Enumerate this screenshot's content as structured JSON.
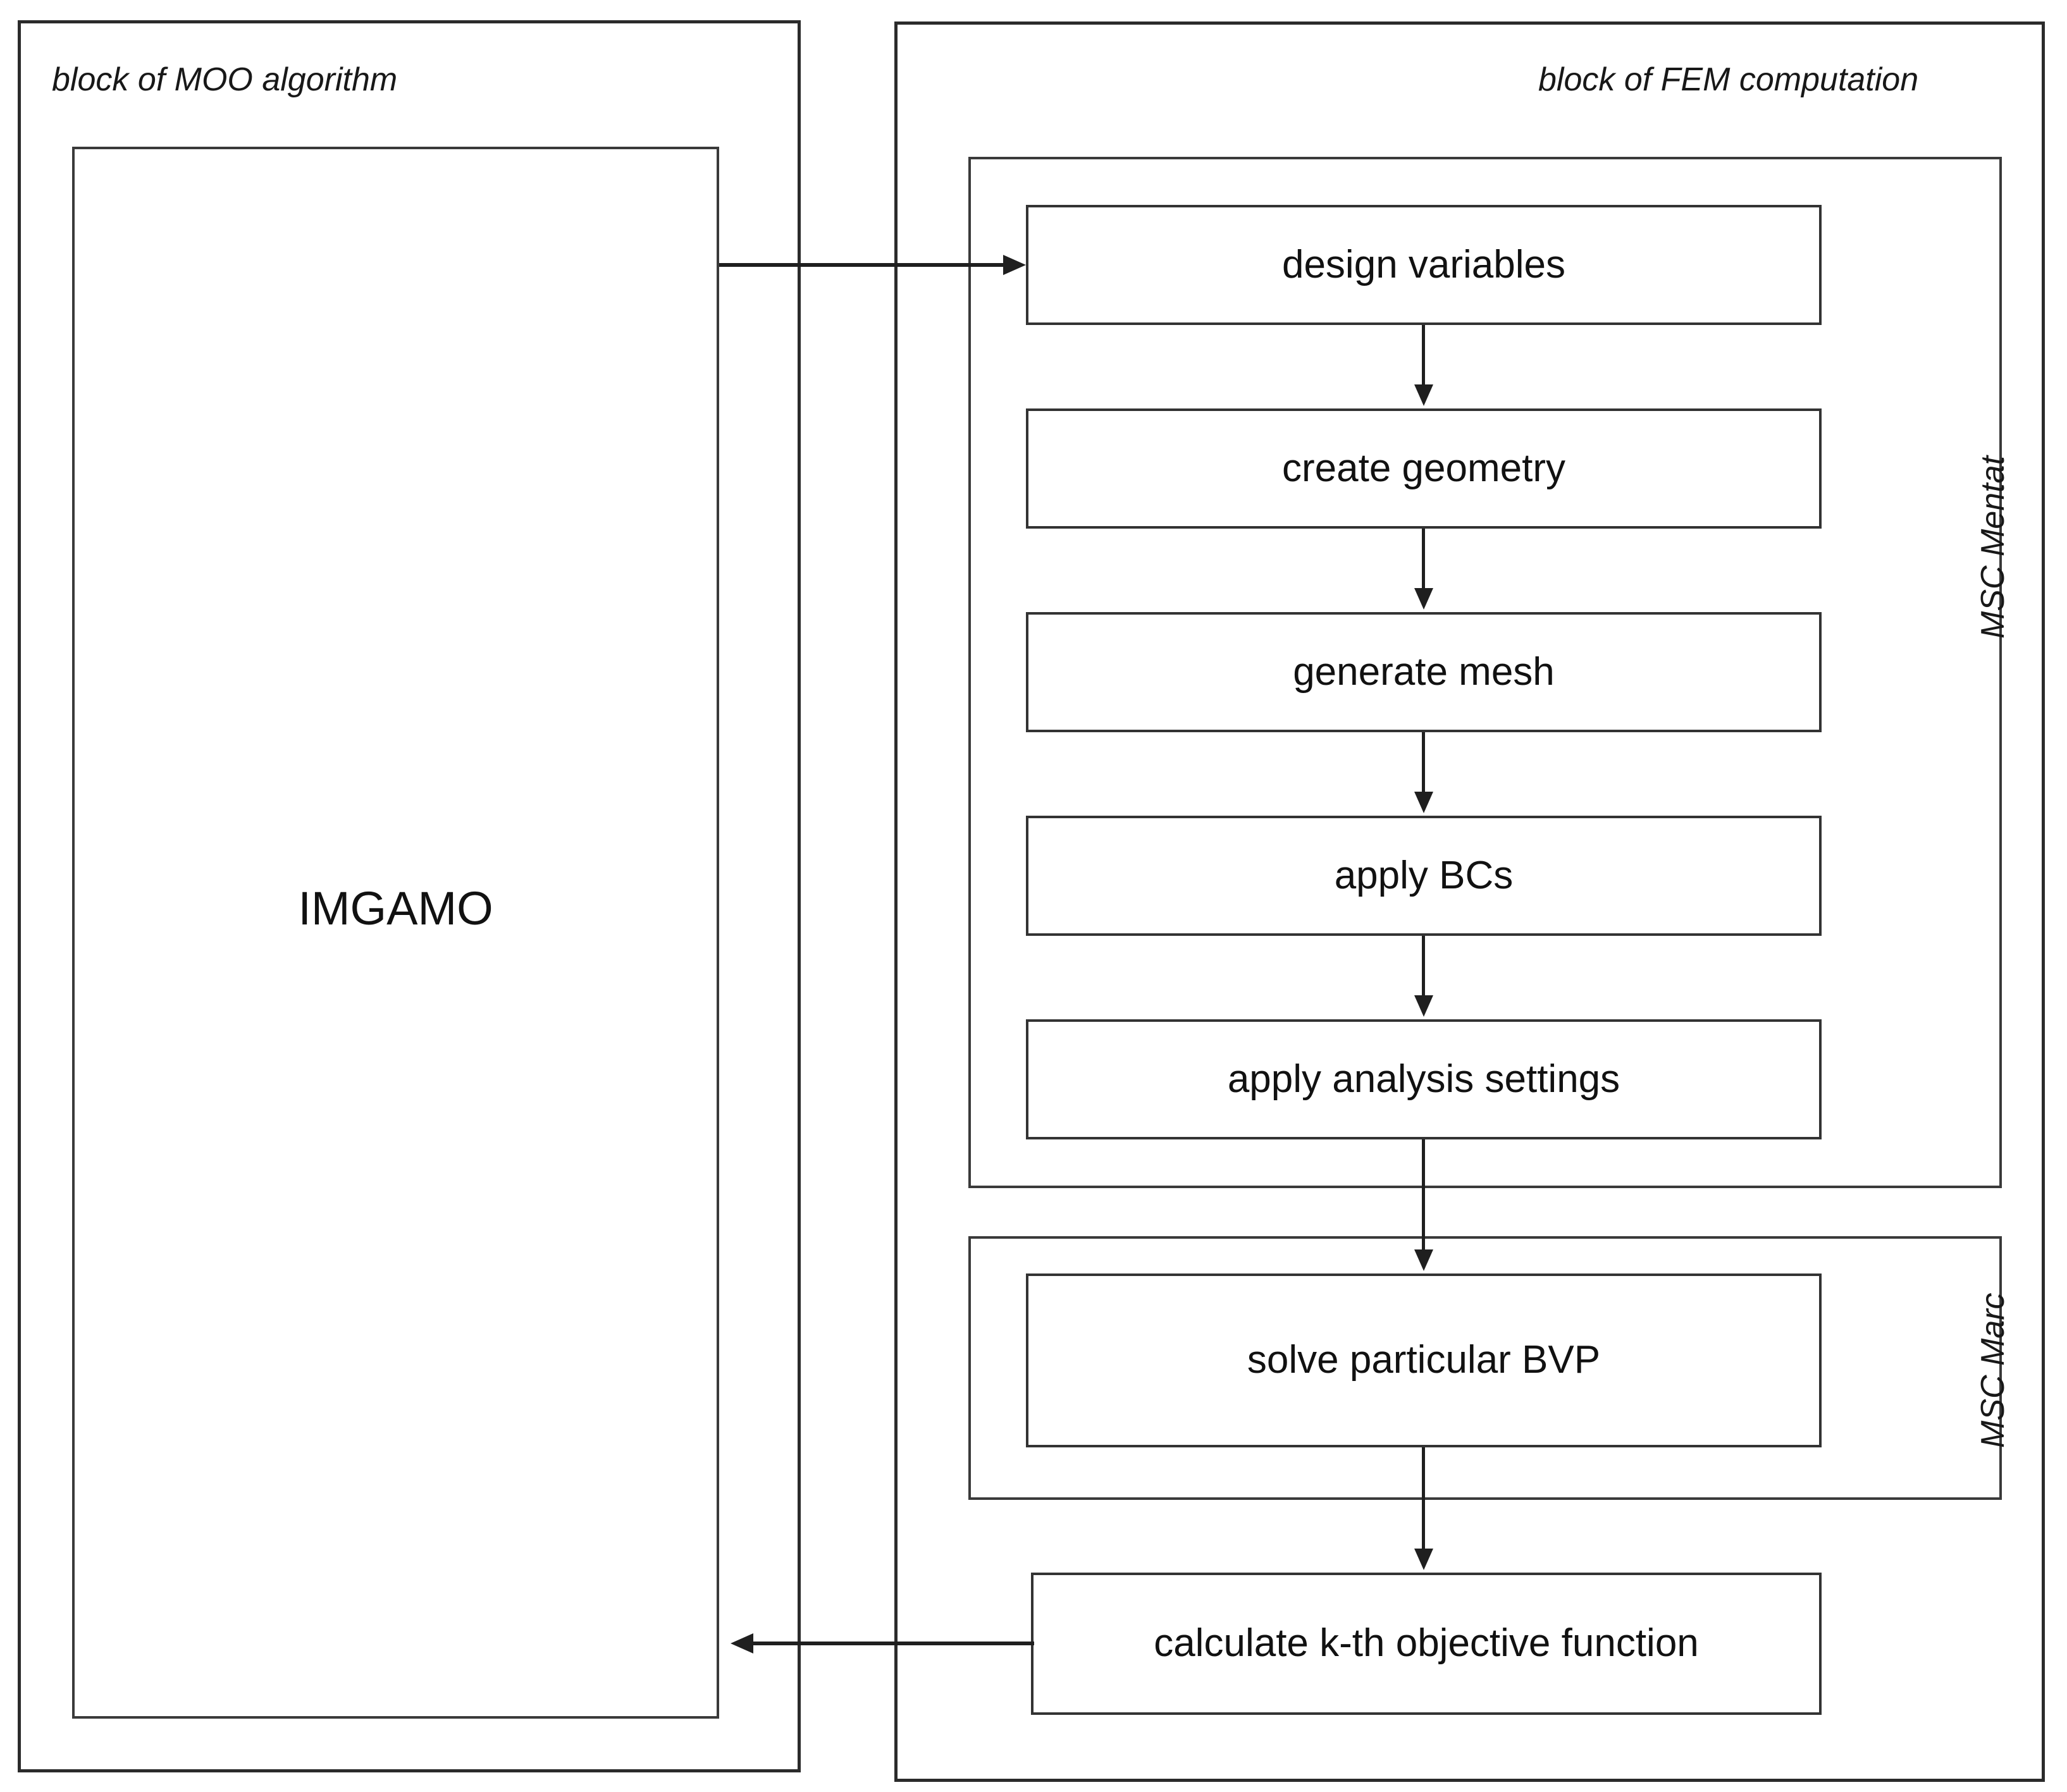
{
  "diagram": {
    "left_panel": {
      "caption": "block of MOO algorithm",
      "inner_label": "IMGAMO"
    },
    "right_panel": {
      "caption": "block of FEM computation",
      "groups": [
        {
          "name": "MSC Mentat",
          "steps": [
            "design variables",
            "create geometry",
            "generate mesh",
            "apply BCs",
            "apply analysis settings"
          ]
        },
        {
          "name": "MSC Marc",
          "steps": [
            "solve particular BVP"
          ]
        }
      ],
      "final_step": "calculate k-th objective function"
    },
    "connections": {
      "forward": "IMGAMO → design variables",
      "feedback": "calculate k-th objective function → IMGAMO"
    },
    "colors": {
      "stroke": "#2b2b2b",
      "box_stroke": "#333333",
      "connector": "#1f1f1f",
      "text": "#111111",
      "background": "#ffffff"
    }
  }
}
